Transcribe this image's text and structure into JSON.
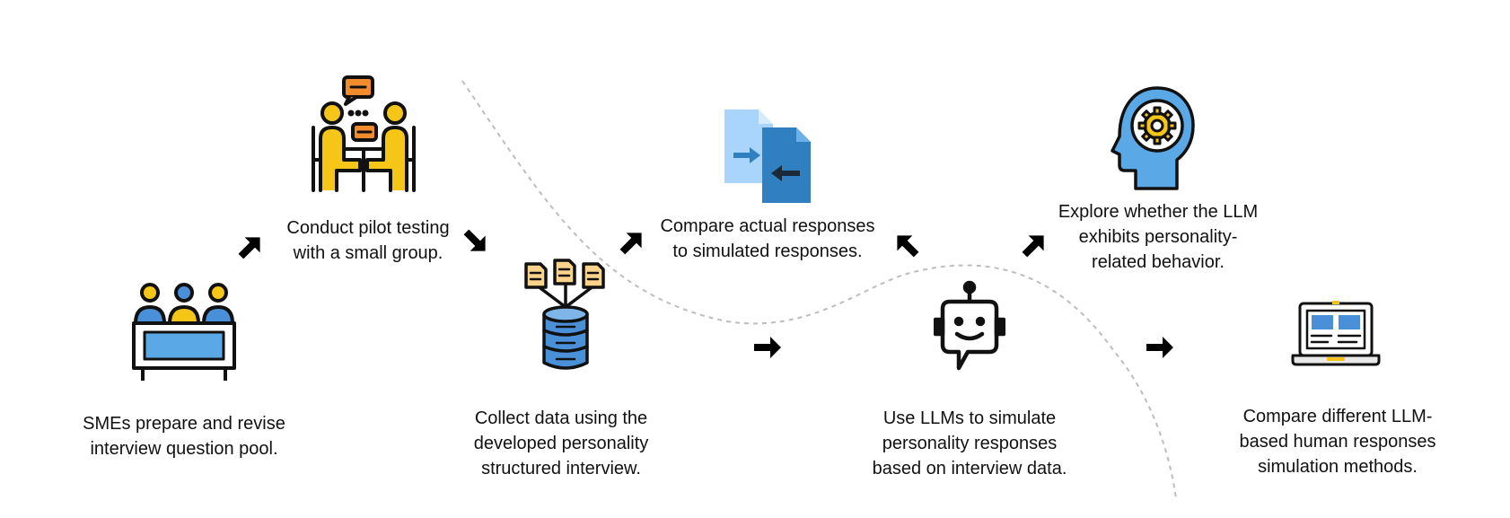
{
  "steps": {
    "sme": {
      "label": "SMEs prepare and revise\ninterview question pool.",
      "icon": "meeting-table-icon"
    },
    "pilot": {
      "label": "Conduct pilot testing\nwith a small group.",
      "icon": "interview-people-icon"
    },
    "collect": {
      "label": "Collect data using the\ndeveloped personality\nstructured interview.",
      "icon": "database-icon"
    },
    "compare": {
      "label": "Compare actual responses\nto simulated responses.",
      "icon": "file-exchange-icon"
    },
    "simulate": {
      "label": "Use LLMs to simulate\npersonality responses\nbased on interview data.",
      "icon": "robot-chat-icon"
    },
    "explore": {
      "label": "Explore whether the LLM\nexhibits personality-\nrelated behavior.",
      "icon": "head-gear-icon"
    },
    "methods": {
      "label": "Compare different LLM-\nbased human responses\nsimulation methods.",
      "icon": "laptop-icon"
    }
  },
  "colors": {
    "text": "#111111",
    "arrow": "#000000",
    "divider": "#bdbdbd",
    "blue": "#4a90d9",
    "light_blue": "#a9d4fb",
    "dark_blue": "#2f7fc1",
    "yellow": "#f5c518",
    "orange": "#f08c2e",
    "paper": "#fcd38b"
  }
}
